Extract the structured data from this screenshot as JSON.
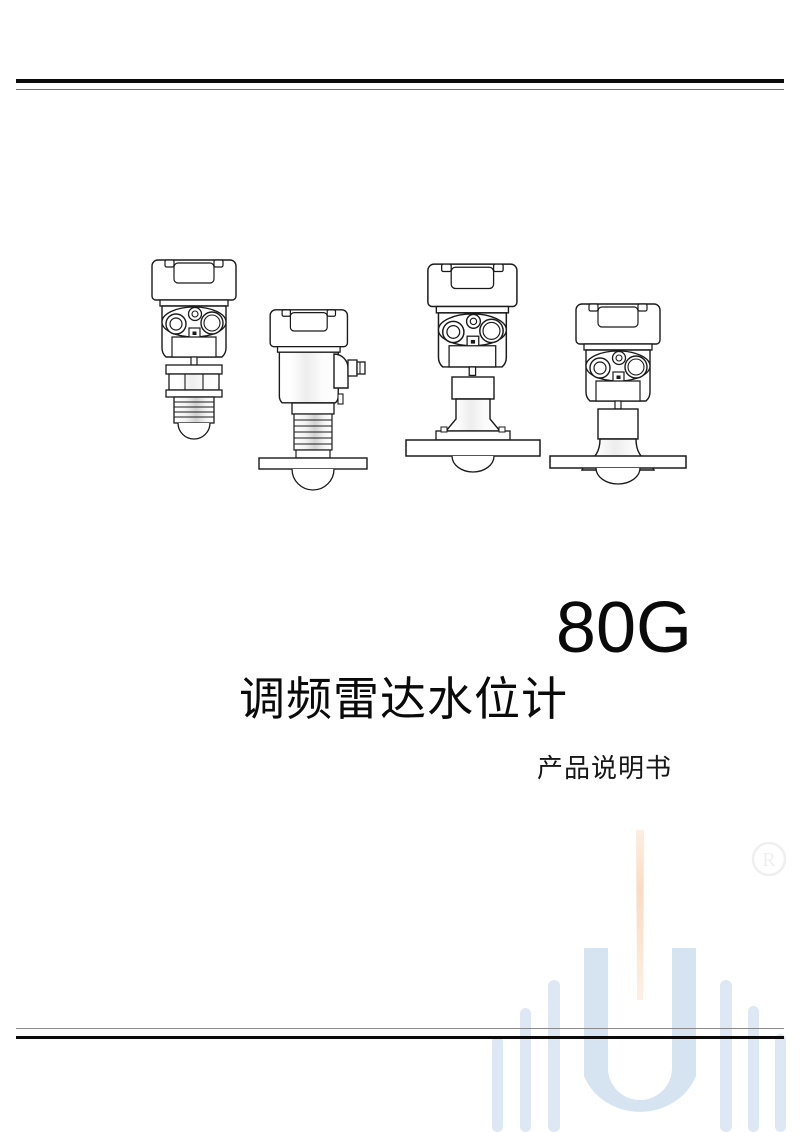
{
  "document": {
    "model_title": "80G",
    "product_title": "调频雷达水位计",
    "doc_kind": "产品说明书",
    "page_type": "cover"
  },
  "colors": {
    "rule_dark": "#0b0b0b",
    "rule_light": "#8a8a8a",
    "text": "#0a0a0a",
    "drawing_stroke": "#1a1a1a",
    "drawing_fill": "#ffffff",
    "drawing_shade": "#d9d9d9",
    "watermark_blue": "#d6e4f2",
    "watermark_orange": "#fbe3cf",
    "regmark_gray": "#f0f0f0"
  },
  "rules": {
    "top_thick": "top-border-thick",
    "top_thin": "top-border-thin",
    "bottom_thin": "bottom-border-thin",
    "bottom_thick": "bottom-border-thick"
  },
  "products": [
    {
      "id": "device-1",
      "name": "threaded-rod-antenna-radar-level-meter",
      "mount": "threaded",
      "antenna": "rod-dome",
      "caption": ""
    },
    {
      "id": "device-2",
      "name": "side-connector-flange-radar-level-meter",
      "mount": "flange",
      "antenna": "threaded-bellows-dome",
      "caption": ""
    },
    {
      "id": "device-3",
      "name": "wide-flange-radar-level-meter",
      "mount": "wide-flange",
      "antenna": "flat-flange-dome",
      "caption": ""
    },
    {
      "id": "device-4",
      "name": "horn-antenna-flange-radar-level-meter",
      "mount": "flange",
      "antenna": "horn-cone-dome",
      "caption": ""
    }
  ],
  "watermark": {
    "name": "brand-signal-bars-logo",
    "shape": "u-bracket-with-bars",
    "registered_symbol": "®",
    "left_bar_heights": [
      36,
      62,
      86,
      112
    ],
    "right_bar_heights": [
      104,
      76,
      56,
      34
    ],
    "center_bracket": true,
    "center_spike": true
  }
}
